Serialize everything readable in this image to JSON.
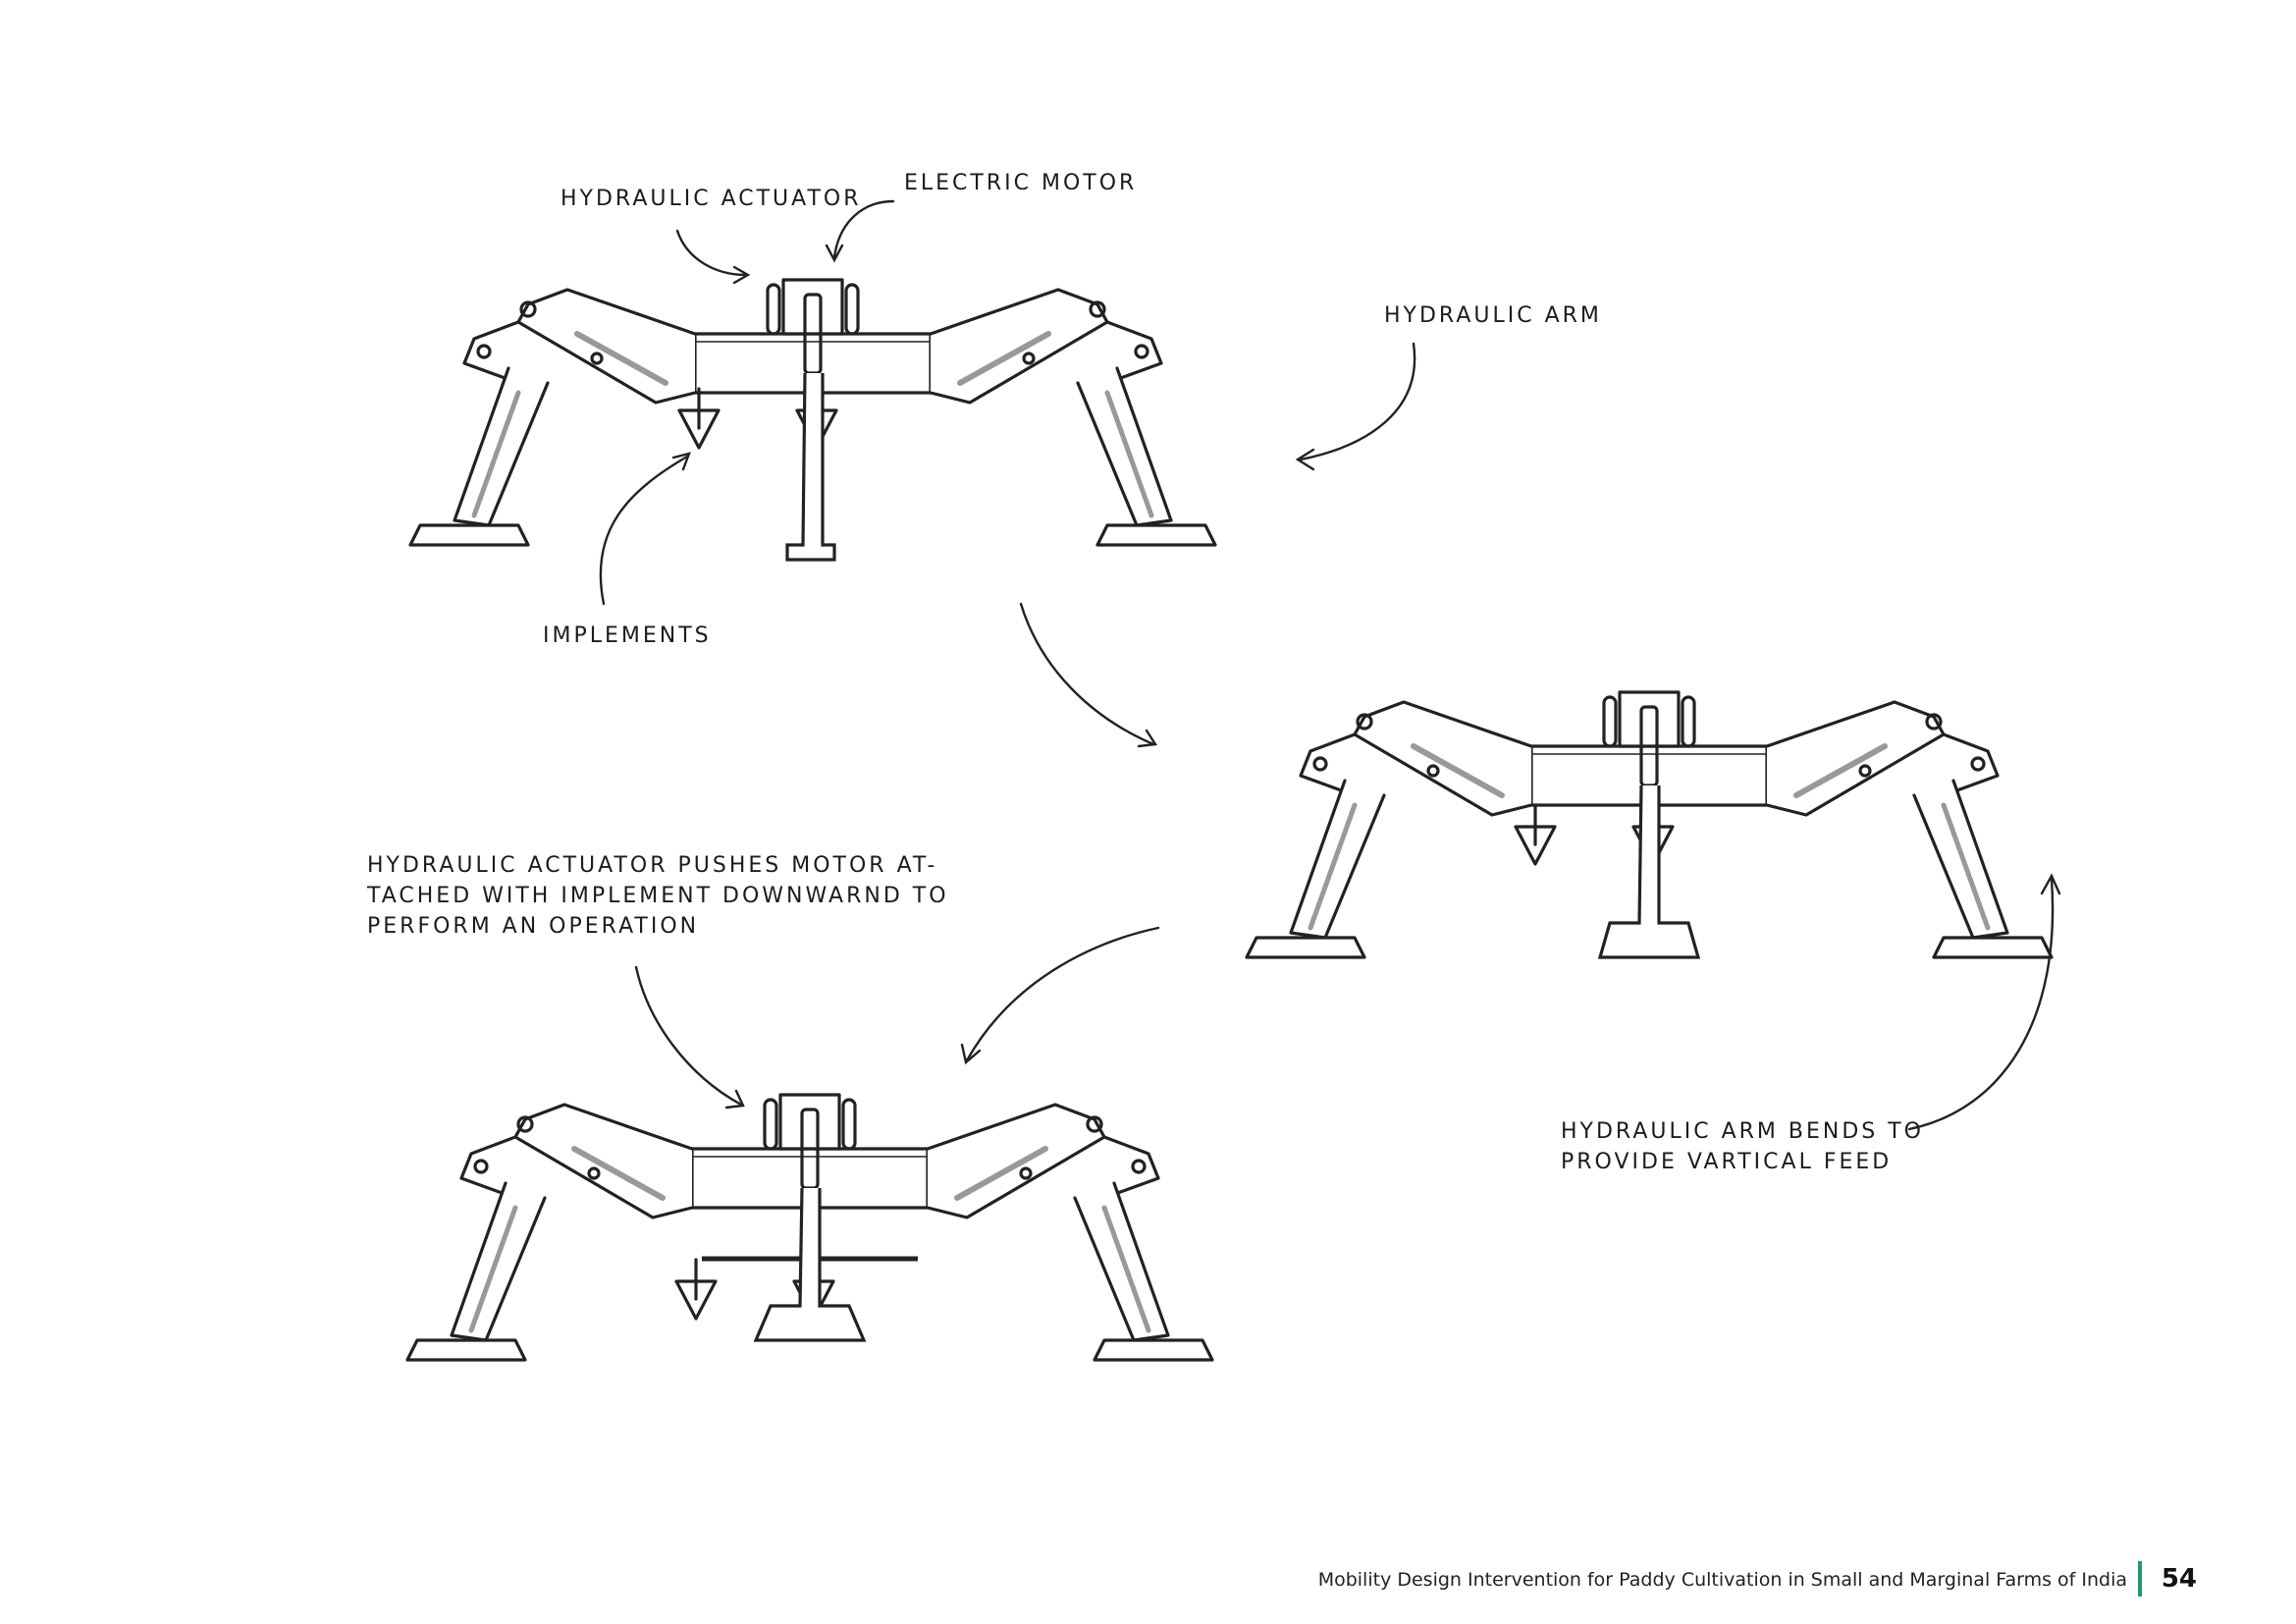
{
  "labels": {
    "hydraulic_actuator": "HYDRAULIC ACTUATOR",
    "electric_motor": "ELECTRIC MOTOR",
    "hydraulic_arm": "HYDRAULIC ARM",
    "implements": "IMPLEMENTS",
    "actuator_note": [
      "HYDRAULIC ACTUATOR PUSHES MOTOR AT-",
      "TACHED WITH IMPLEMENT DOWNWARND TO",
      "PERFORM AN OPERATION"
    ],
    "arm_note": [
      "HYDRAULIC ARM BENDS TO",
      "PROVIDE VARTICAL FEED"
    ]
  },
  "footer": {
    "title": "Mobility Design Intervention for Paddy Cultivation in Small and Marginal Farms of India",
    "page_number": "54",
    "accent_color": "#1f9a6a"
  }
}
